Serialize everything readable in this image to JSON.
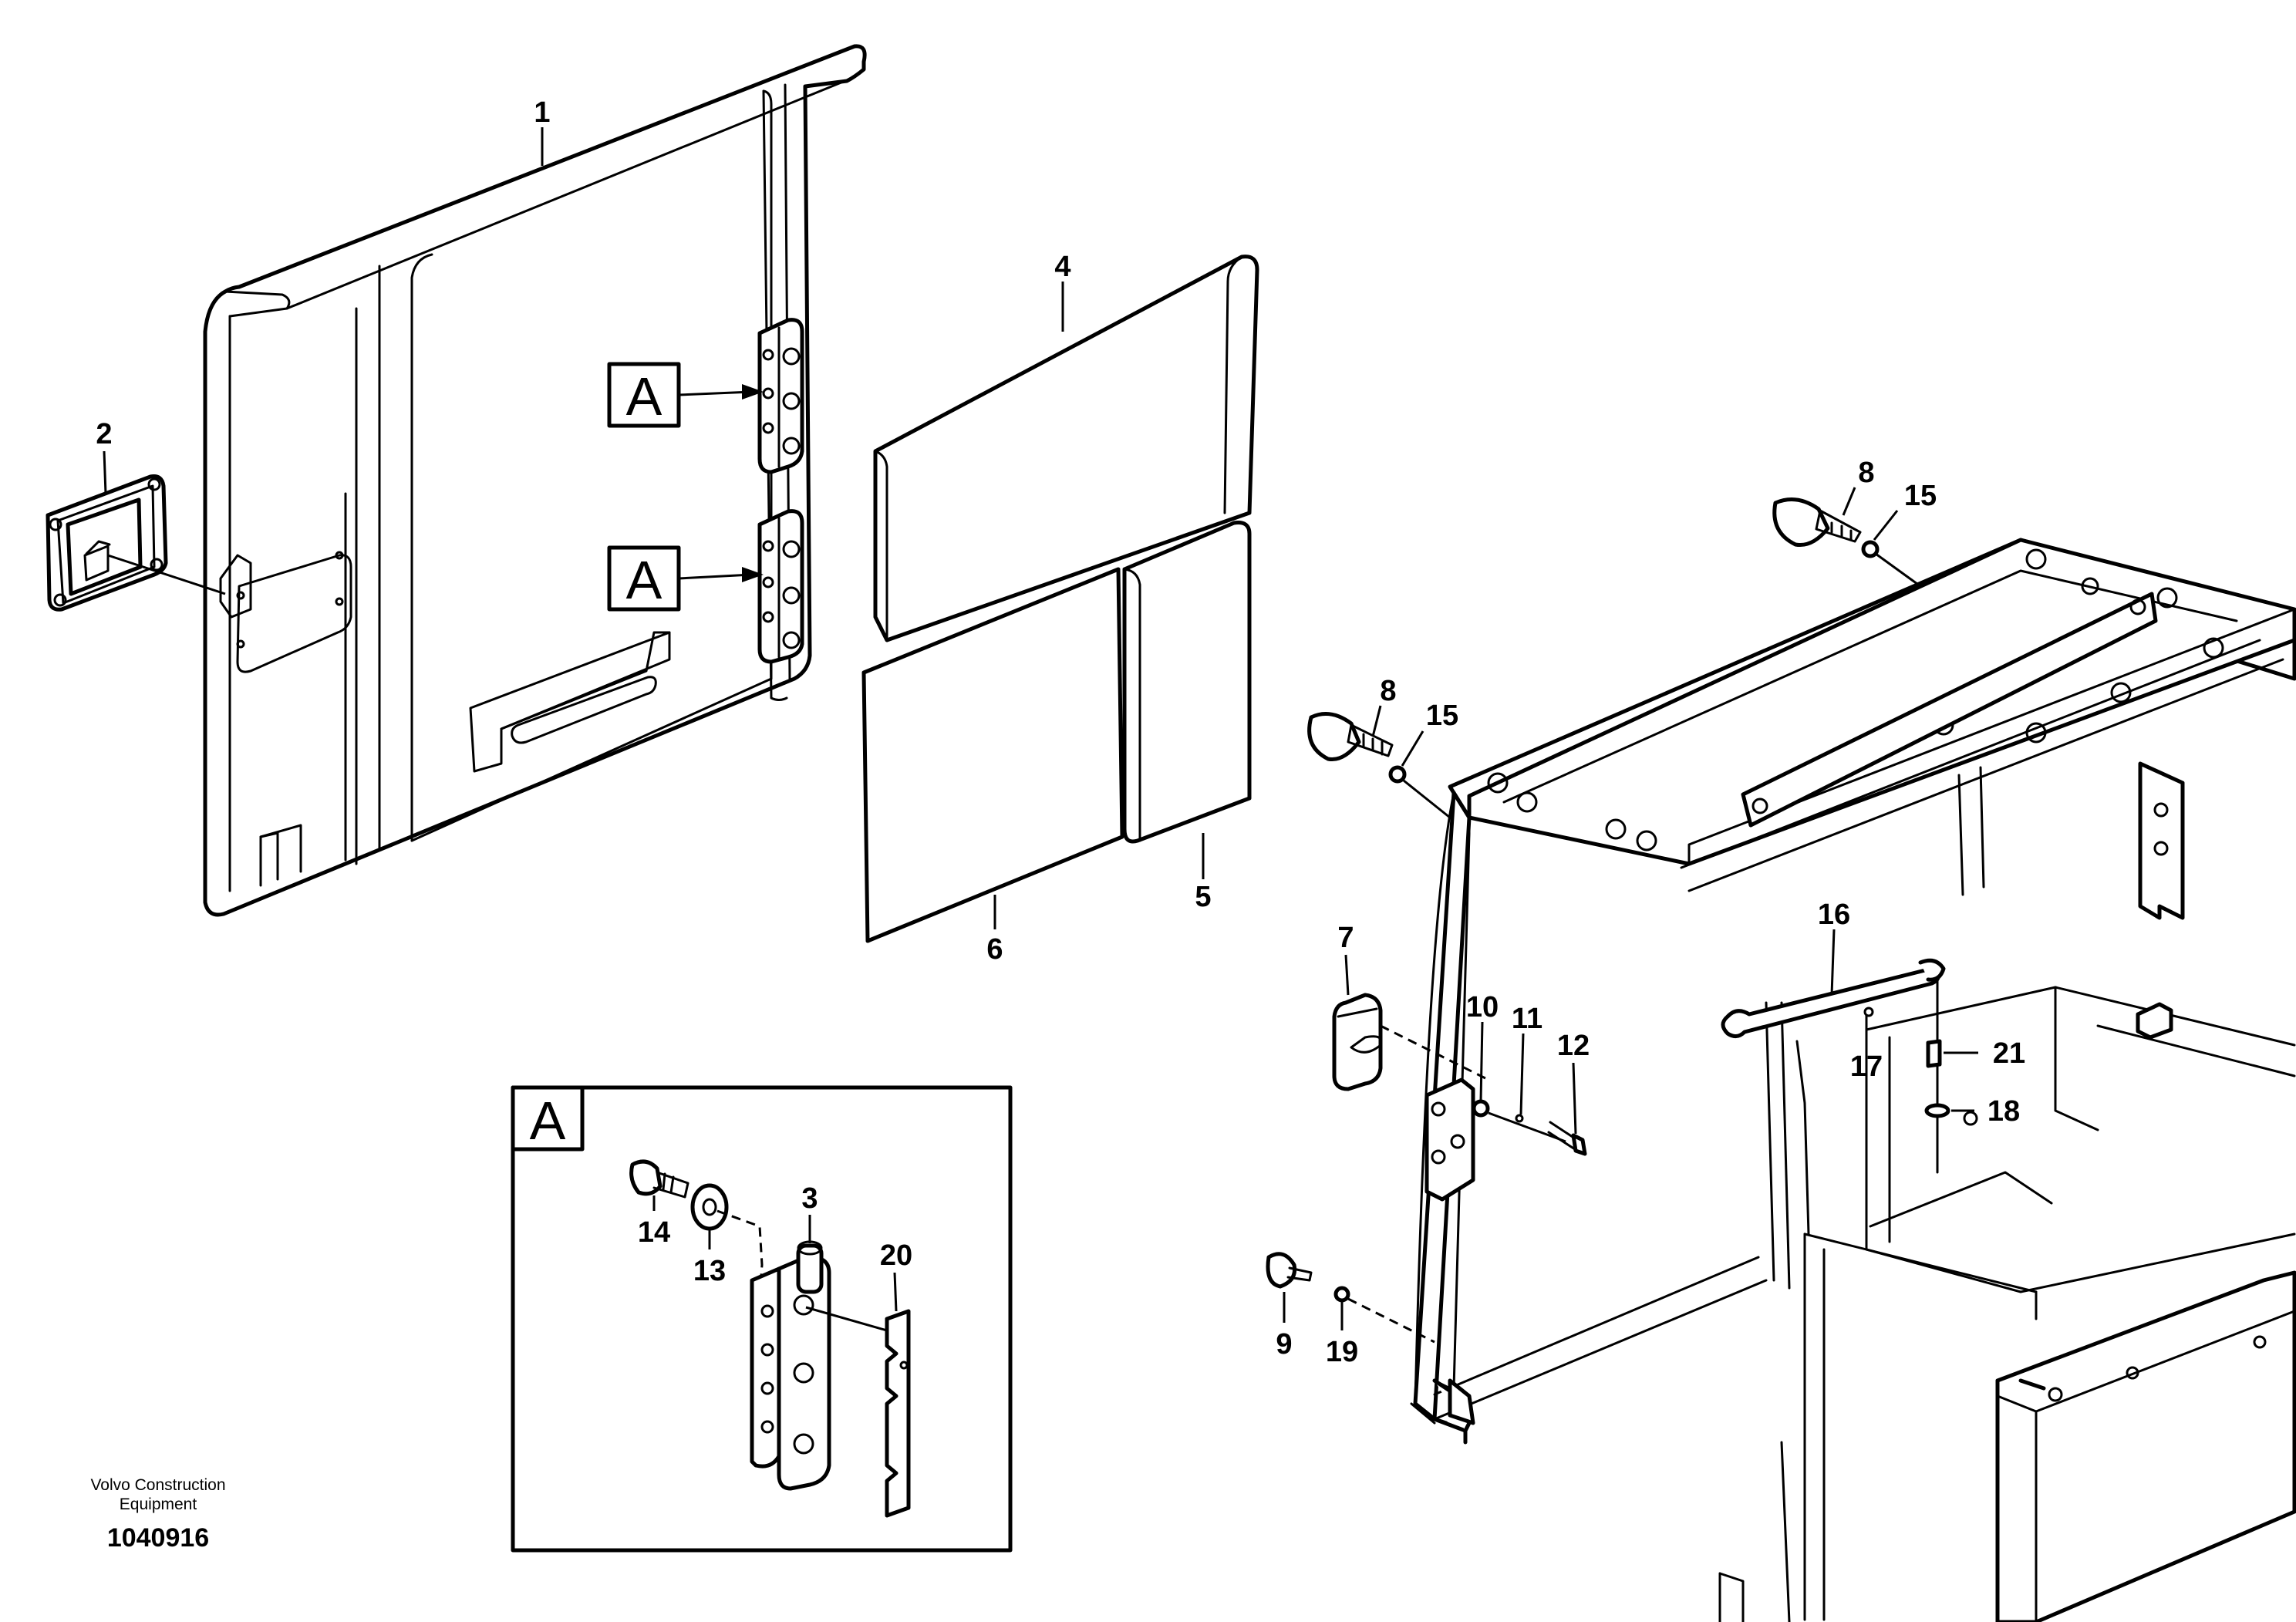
{
  "callouts": {
    "c1": "1",
    "c2": "2",
    "c3": "3",
    "c4": "4",
    "c5": "5",
    "c6": "6",
    "c7": "7",
    "c8": "8",
    "c9": "9",
    "c10": "10",
    "c11": "11",
    "c12": "12",
    "c13": "13",
    "c14": "14",
    "c15": "15",
    "c16": "16",
    "c17": "17",
    "c18": "18",
    "c19": "19",
    "c20": "20",
    "c21": "21"
  },
  "detail_marker": {
    "letter": "A"
  },
  "footer": {
    "company_line1": "Volvo Construction",
    "company_line2": "Equipment",
    "document_number": "1040916"
  }
}
